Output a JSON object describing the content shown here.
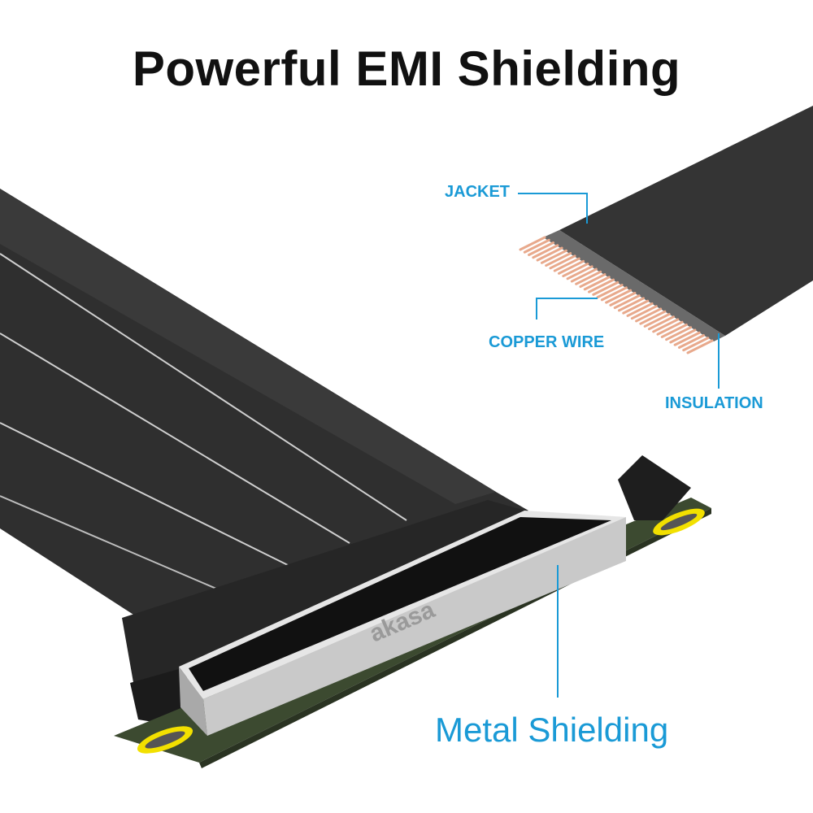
{
  "title": "Powerful EMI Shielding",
  "labels": {
    "jacket": "JACKET",
    "copper_wire": "COPPER WIRE",
    "insulation": "INSULATION",
    "metal_shielding": "Metal Shielding"
  },
  "brand_logo": "akasa",
  "colors": {
    "accent": "#1a9ad6",
    "cable": "#2d2d2d",
    "copper": "#e8a98c",
    "pcb": "#3c4a30",
    "pad": "#f2e000"
  }
}
